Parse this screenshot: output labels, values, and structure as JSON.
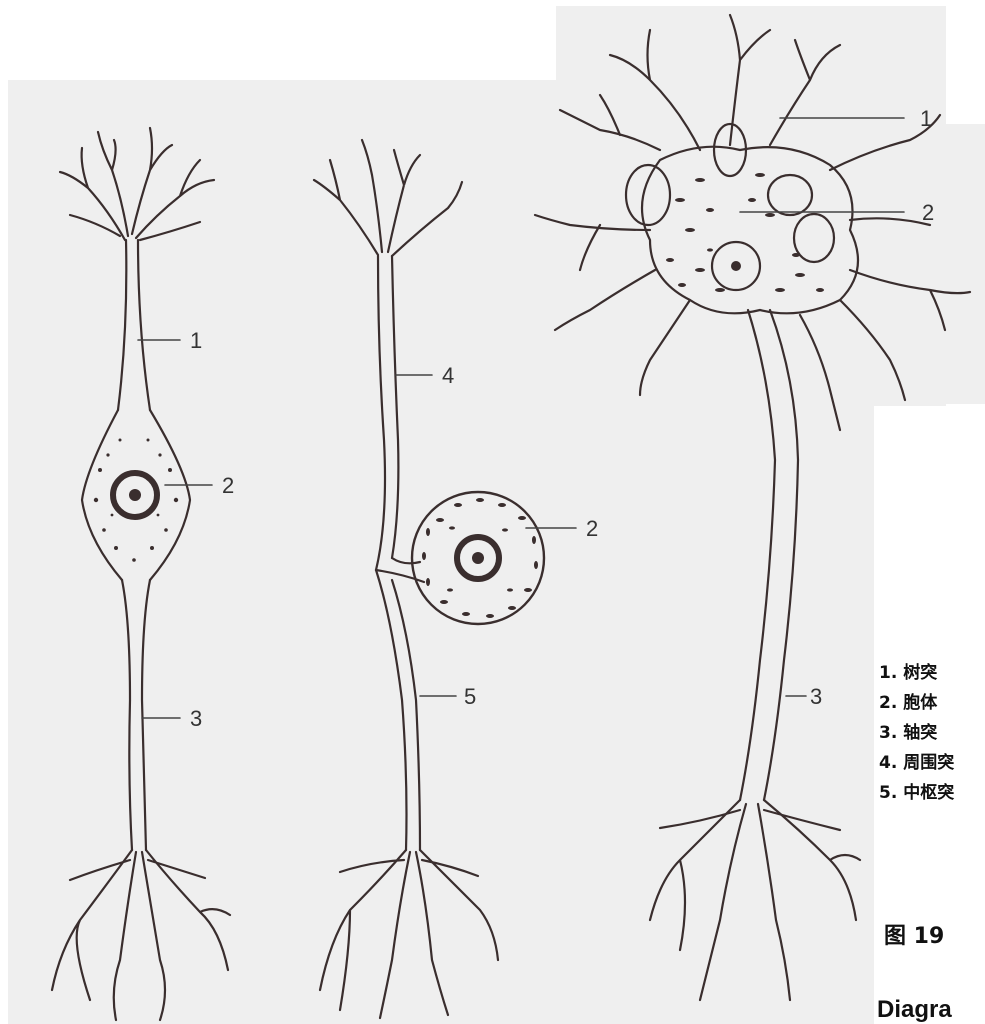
{
  "callouts": {
    "n1_1": "1",
    "n1_2": "2",
    "n1_3": "3",
    "n2_4": "4",
    "n2_2": "2",
    "n2_5": "5",
    "n3_1": "1",
    "n3_2": "2",
    "n3_3": "3"
  },
  "legend": {
    "items": [
      "1. 树突",
      "2. 胞体",
      "3. 轴突",
      "4. 周围突",
      "5. 中枢突"
    ]
  },
  "caption": "图 19",
  "caption_partial": "Diagra"
}
